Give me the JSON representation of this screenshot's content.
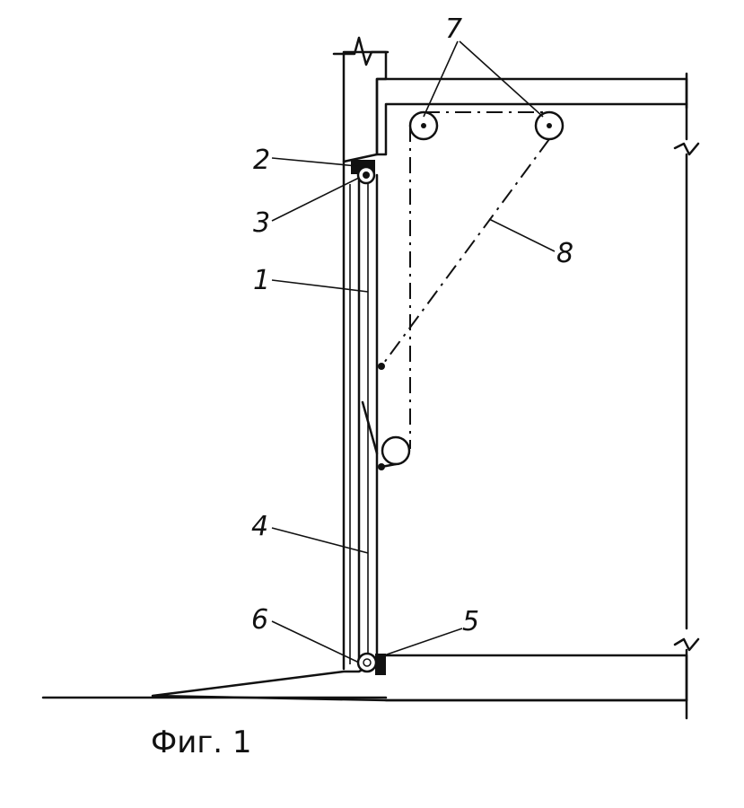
{
  "caption": "Фиг. 1",
  "labels": {
    "l1": "1",
    "l2": "2",
    "l3": "3",
    "l4": "4",
    "l5": "5",
    "l6": "6",
    "l7": "7",
    "l8": "8"
  },
  "colors": {
    "ink": "#111111",
    "paper": "#ffffff"
  }
}
